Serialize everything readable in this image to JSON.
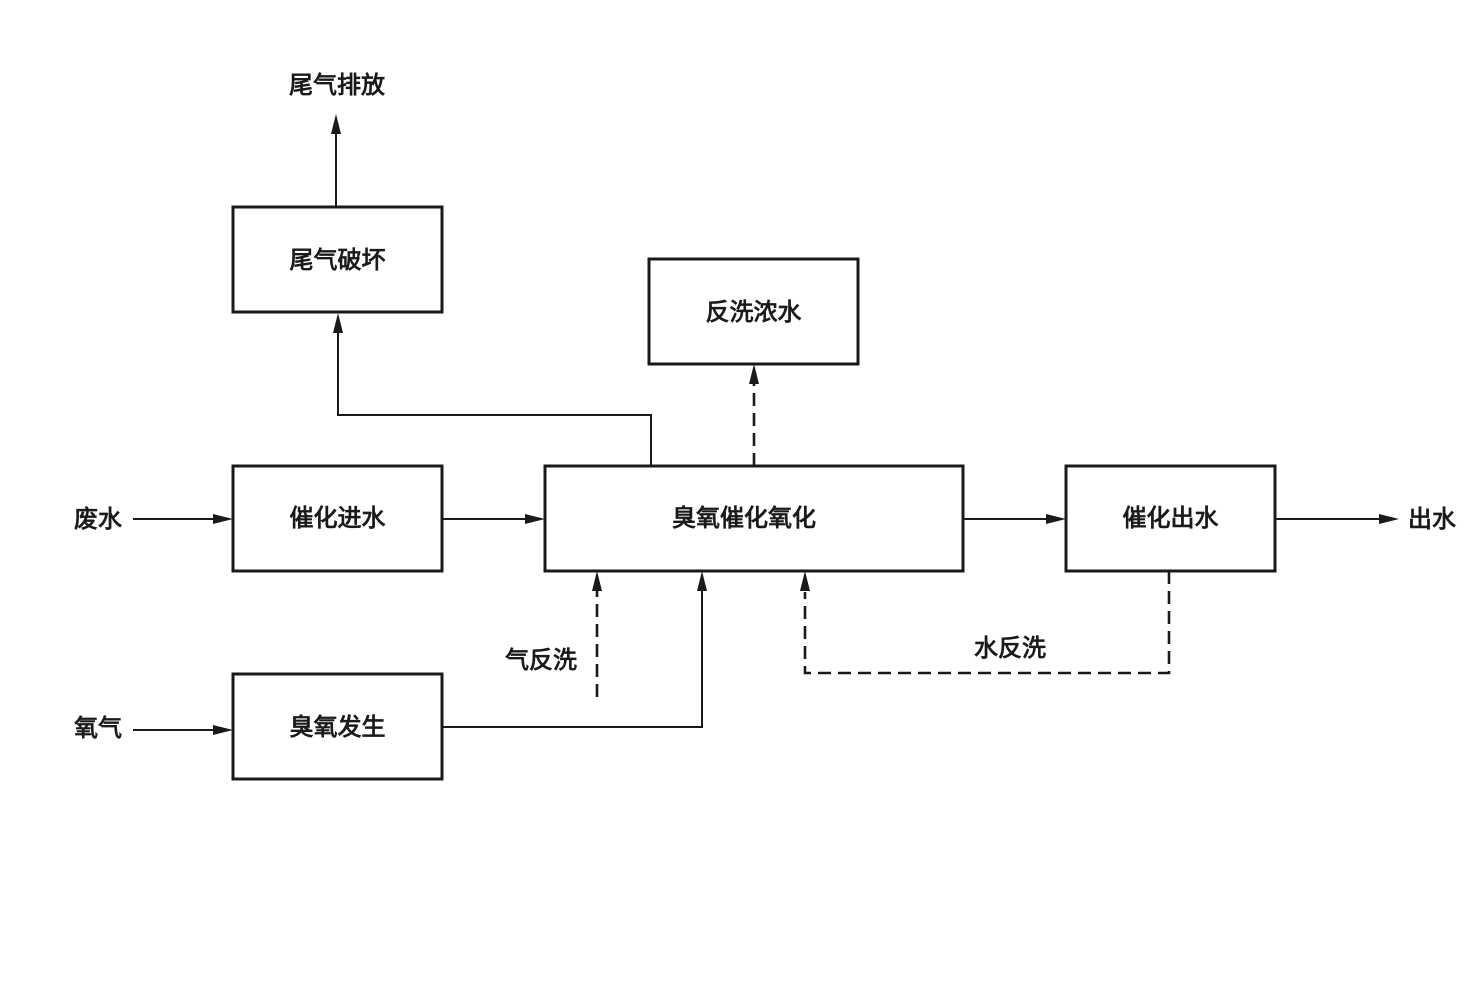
{
  "nodes": {
    "tail_gas_destruct": "尾气破坏",
    "backwash_concentrate": "反洗浓水",
    "catalytic_inflow": "催化进水",
    "ozone_catalytic_oxidation": "臭氧催化氧化",
    "catalytic_outflow": "催化出水",
    "ozone_generation": "臭氧发生"
  },
  "labels": {
    "tail_gas_discharge": "尾气排放",
    "wastewater": "废水",
    "oxygen": "氧气",
    "effluent": "出水",
    "air_backwash": "气反洗",
    "water_backwash": "水反洗"
  },
  "edges": [
    {
      "from": "wastewater",
      "to": "catalytic_inflow",
      "style": "solid"
    },
    {
      "from": "catalytic_inflow",
      "to": "ozone_catalytic_oxidation",
      "style": "solid"
    },
    {
      "from": "ozone_catalytic_oxidation",
      "to": "catalytic_outflow",
      "style": "solid"
    },
    {
      "from": "catalytic_outflow",
      "to": "effluent",
      "style": "solid"
    },
    {
      "from": "oxygen",
      "to": "ozone_generation",
      "style": "solid"
    },
    {
      "from": "ozone_generation",
      "to": "ozone_catalytic_oxidation",
      "style": "solid"
    },
    {
      "from": "ozone_catalytic_oxidation",
      "to": "tail_gas_destruct",
      "style": "solid"
    },
    {
      "from": "tail_gas_destruct",
      "to": "tail_gas_discharge",
      "style": "solid"
    },
    {
      "from": "ozone_catalytic_oxidation",
      "to": "backwash_concentrate",
      "style": "dashed"
    },
    {
      "from": "air_backwash",
      "to": "ozone_catalytic_oxidation",
      "style": "dashed"
    },
    {
      "from": "catalytic_outflow",
      "to": "ozone_catalytic_oxidation",
      "style": "dashed",
      "label": "water_backwash"
    }
  ]
}
